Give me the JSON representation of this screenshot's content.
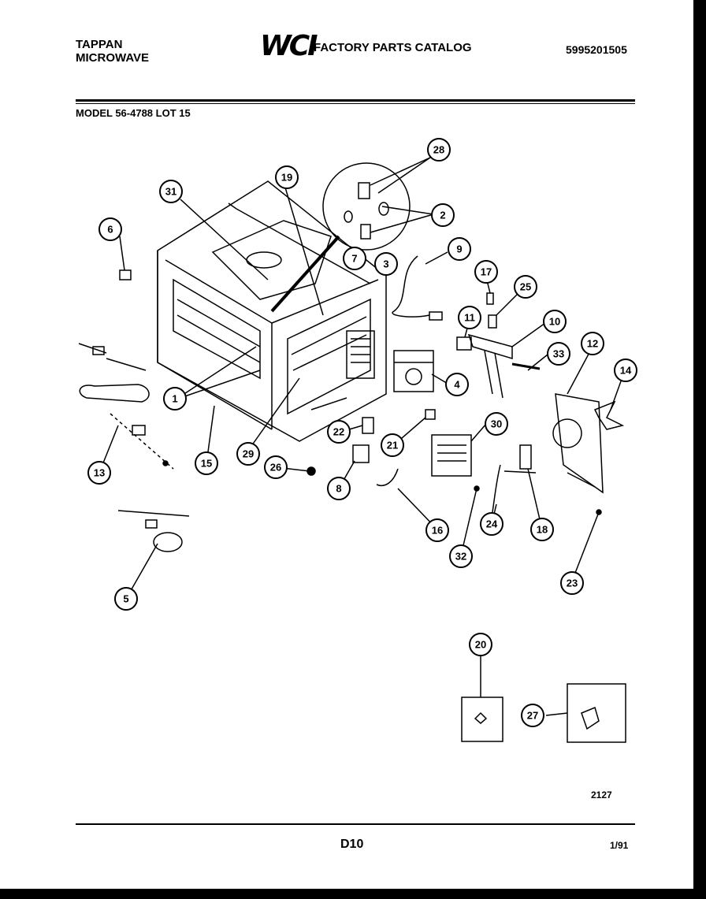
{
  "header": {
    "brand_line1": "TAPPAN",
    "brand_line2": "MICROWAVE",
    "logo": "WCI",
    "catalog_title": "FACTORY PARTS CATALOG",
    "part_number": "5995201505",
    "model": "MODEL 56-4788 LOT 15"
  },
  "callouts": [
    "28",
    "19",
    "31",
    "2",
    "6",
    "7",
    "3",
    "9",
    "17",
    "25",
    "11",
    "10",
    "12",
    "33",
    "14",
    "1",
    "4",
    "22",
    "21",
    "30",
    "29",
    "15",
    "26",
    "13",
    "8",
    "16",
    "24",
    "18",
    "32",
    "5",
    "23",
    "20",
    "27"
  ],
  "footer": {
    "drawing_number": "2127",
    "page_code": "D10",
    "date": "1/91"
  }
}
